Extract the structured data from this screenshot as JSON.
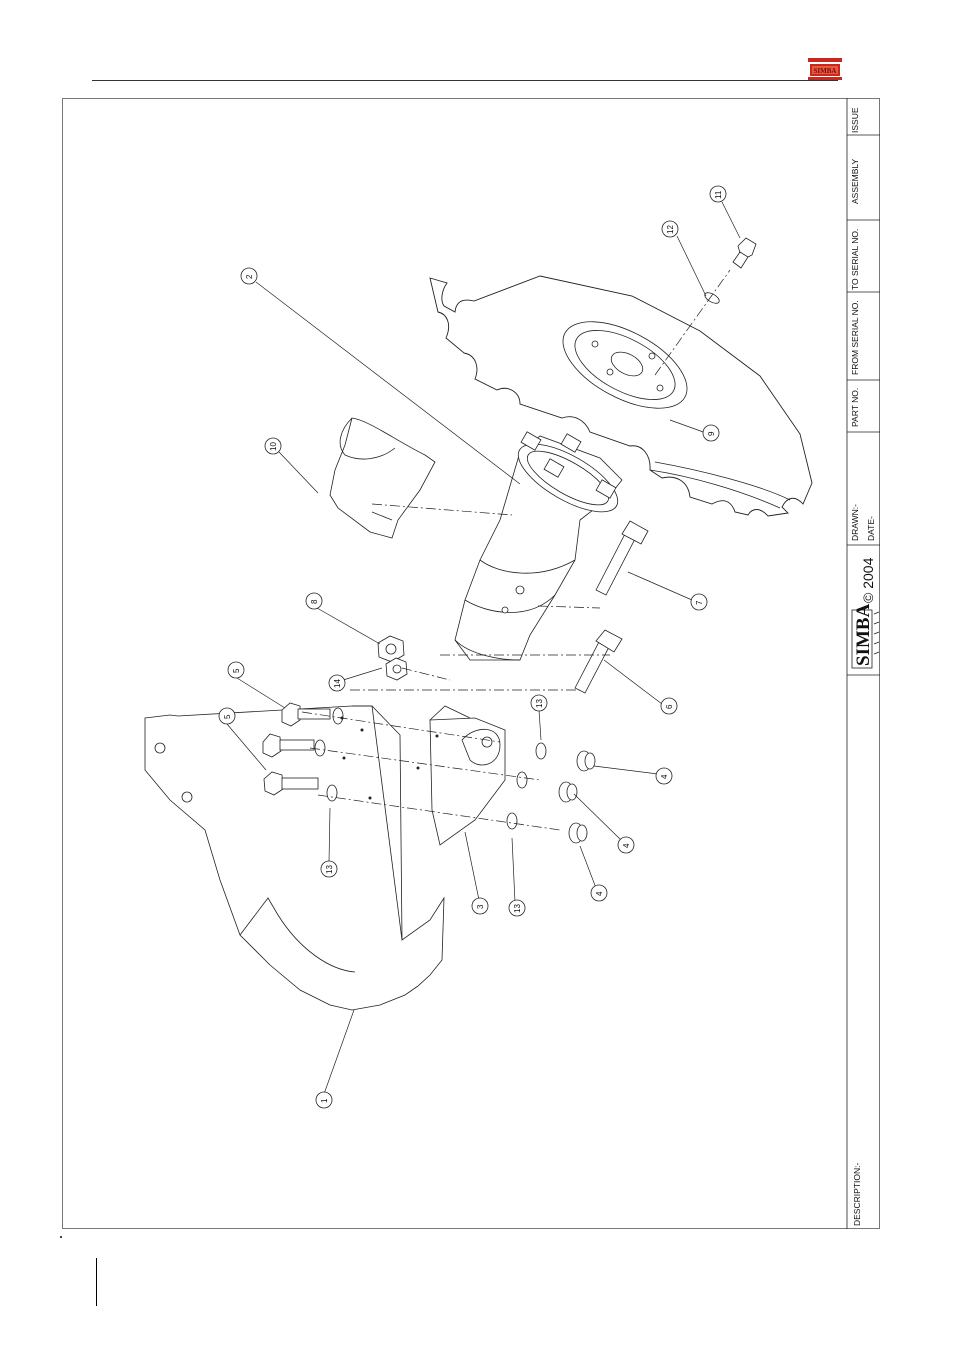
{
  "brand": {
    "name": "SIMBA",
    "copyright": "© 2004"
  },
  "title_block": {
    "issue_label": "ISSUE",
    "assembly_label": "ASSEMBLY",
    "to_serial_label": "TO SERIAL NO.",
    "from_serial_label": "FROM SERIAL NO.",
    "part_no_label": "PART NO.",
    "drawn_label": "DRAWN:-",
    "date_label": "DATE-",
    "description_label": "DESCRIPTION:-"
  },
  "callouts": [
    "1",
    "2",
    "3",
    "4",
    "4",
    "4",
    "5",
    "5",
    "6",
    "7",
    "8",
    "9",
    "10",
    "11",
    "12",
    "13",
    "13",
    "13",
    "14"
  ],
  "colors": {
    "brand_red": "#c8281e",
    "line": "#222222"
  }
}
